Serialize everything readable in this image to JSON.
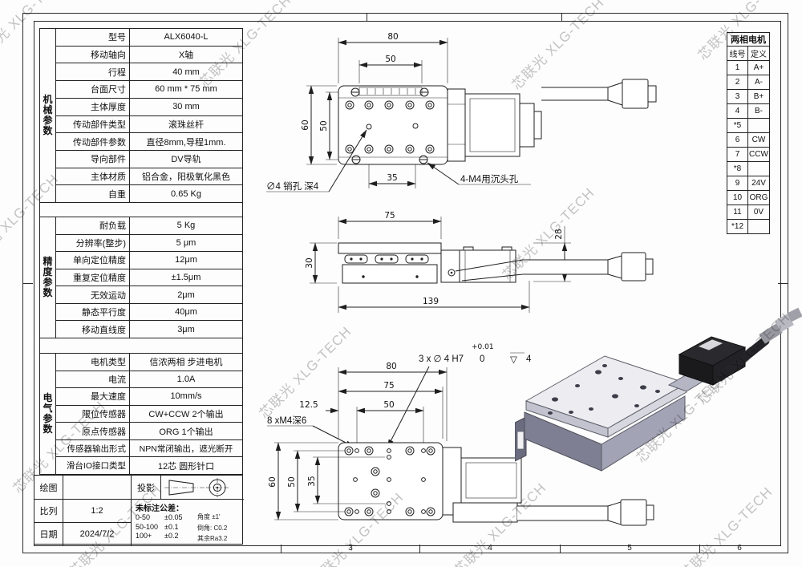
{
  "watermark": {
    "text": "芯联光 XLG-TECH"
  },
  "frame": {
    "zone_labels": [
      "3",
      "4",
      "5",
      "6"
    ]
  },
  "spec": {
    "groups": [
      {
        "name": "机械参数",
        "rows": [
          [
            "型号",
            "ALX6040-L"
          ],
          [
            "移动轴向",
            "X轴"
          ],
          [
            "行程",
            "40 mm"
          ],
          [
            "台面尺寸",
            "60 mm * 75 mm"
          ],
          [
            "主体厚度",
            "30 mm"
          ],
          [
            "传动部件类型",
            "滚珠丝杆"
          ],
          [
            "传动部件参数",
            "直径8mm,导程1mm."
          ],
          [
            "导向部件",
            "DV导轨"
          ],
          [
            "主体材质",
            "铝合金，阳极氧化黑色"
          ],
          [
            "自重",
            "0.65 Kg"
          ]
        ]
      },
      {
        "name": "精度参数",
        "rows": [
          [
            "耐负载",
            "5 Kg"
          ],
          [
            "分辨率(整步)",
            "5 μm"
          ],
          [
            "单向定位精度",
            "12μm"
          ],
          [
            "重复定位精度",
            "±1.5μm"
          ],
          [
            "无效运动",
            "2μm"
          ],
          [
            "静态平行度",
            "40μm"
          ],
          [
            "移动直线度",
            "3μm"
          ]
        ]
      },
      {
        "name": "电气参数",
        "rows": [
          [
            "电机类型",
            "信浓两相 步进电机"
          ],
          [
            "电流",
            "1.0A"
          ],
          [
            "最大速度",
            "10mm/s"
          ],
          [
            "限位传感器",
            "CW+CCW 2个输出"
          ],
          [
            "原点传感器",
            "ORG 1个输出"
          ],
          [
            "传感器输出形式",
            "NPN常闭输出，遮光断开"
          ],
          [
            "滑台IO接口类型",
            "12芯 圆形针口"
          ]
        ]
      }
    ]
  },
  "tb": {
    "draw_label": "绘图",
    "projection_label": "投影",
    "scale_label": "比列",
    "scale_value": "1:2",
    "date_label": "日期",
    "date_value": "2024/7/2",
    "tol_title": "未标注公差：",
    "tol_rows": [
      [
        "0-50",
        "±0.05"
      ],
      [
        "50-100",
        "±0.1"
      ],
      [
        "100+",
        "±0.2"
      ]
    ],
    "tol_notes": [
      "角度 ±1'",
      "倒角: C0.2",
      "其余Ra3.2"
    ]
  },
  "motor": {
    "title": "两相电机",
    "headers": [
      "线号",
      "定义"
    ],
    "rows": [
      [
        "1",
        "A+"
      ],
      [
        "2",
        "A-"
      ],
      [
        "3",
        "B+"
      ],
      [
        "4",
        "B-"
      ],
      [
        "*5",
        ""
      ],
      [
        "6",
        "CW"
      ],
      [
        "7",
        "CCW"
      ],
      [
        "*8",
        ""
      ],
      [
        "9",
        "24V"
      ],
      [
        "10",
        "ORG"
      ],
      [
        "11",
        "0V"
      ],
      [
        "*12",
        ""
      ]
    ]
  },
  "d": {
    "top": {
      "dim80": "80",
      "dim50t": "50",
      "dim60": "60",
      "dim50l": "50",
      "dim35": "35",
      "note_pin": "∅4 销孔 深4",
      "note_m4": "4-M4用沉头孔"
    },
    "side": {
      "dim75": "75",
      "dim30": "30",
      "dim139": "139",
      "dim28": "28"
    },
    "bottom": {
      "dim80": "80",
      "dim75": "75",
      "dim50t": "50",
      "dim125": "12.5",
      "dim60": "60",
      "dim50l": "50",
      "dim35": "35",
      "note_m4": "8 xM4深6",
      "h7_prefix": "3 x ∅ 4 H7",
      "h7_lower": "0",
      "h7_upper": "+0.01",
      "h7_sym": "▽",
      "h7_depth": "4"
    }
  }
}
